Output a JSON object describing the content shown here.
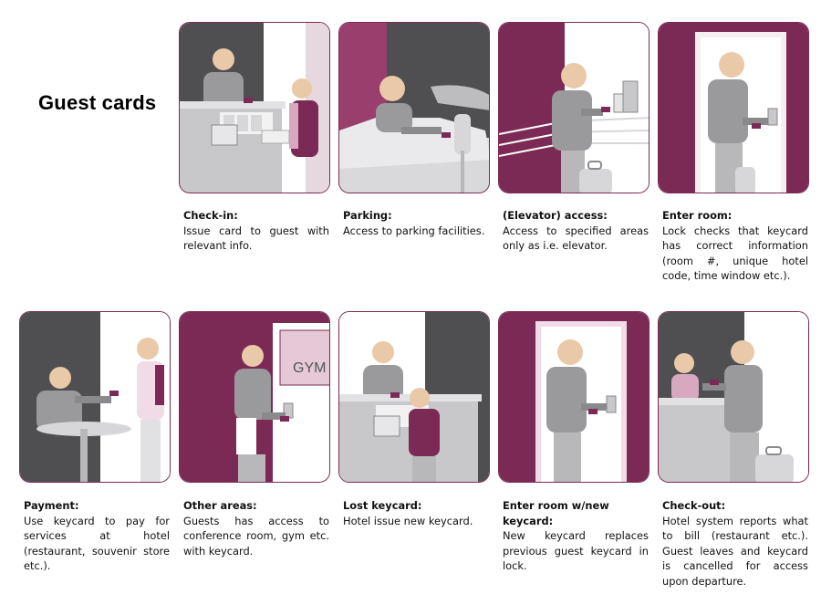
{
  "title": "Guest cards",
  "colors": {
    "plum": "#7b2a55",
    "dark_gray": "#4f4f52",
    "mid_gray": "#8a8a8d",
    "light_gray": "#c8c8ca",
    "skin": "#e9c9a8",
    "pink": "#d7a8bf",
    "white": "#ffffff"
  },
  "steps": [
    {
      "title": "Check-in:",
      "text": "Issue card to guest with relevant info.",
      "scene": "desk-checkin"
    },
    {
      "title": "Parking:",
      "text": "Access to parking facilities.",
      "scene": "parking"
    },
    {
      "title": "(Elevator) access:",
      "text": "Access to specified areas only as i.e. elevator.",
      "scene": "elevator"
    },
    {
      "title": "Enter room:",
      "text": "Lock checks that keycard has correct information (room #, unique hotel code, time window etc.).",
      "scene": "door"
    },
    {
      "title": "Payment:",
      "text": "Use keycard to pay for services at hotel (restaurant, souvenir store etc.).",
      "scene": "payment"
    },
    {
      "title": "Other areas:",
      "text": "Guests has access to conference room, gym etc. with keycard.",
      "scene": "gym",
      "sign": "GYM"
    },
    {
      "title": "Lost keycard:",
      "text": "Hotel issue new keycard.",
      "scene": "desk-lost"
    },
    {
      "title": "Enter room w/new keycard:",
      "text": "New keycard replaces previous guest keycard in lock.",
      "scene": "door-new"
    },
    {
      "title": "Check-out:",
      "text": "Hotel system reports what to bill (restaurant etc.). Guest leaves and keycard is cancelled for access upon departure.",
      "scene": "checkout"
    }
  ]
}
